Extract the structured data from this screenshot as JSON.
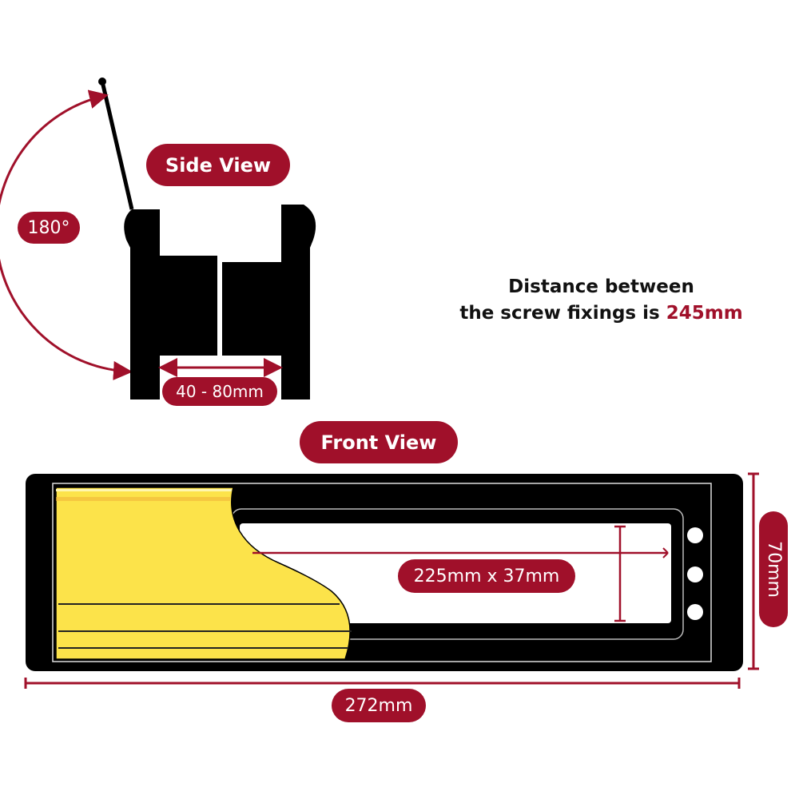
{
  "labels": {
    "side_view": "Side View",
    "front_view": "Front View",
    "angle": "180°",
    "gap_range": "40 - 80mm",
    "opening": "225mm x 37mm",
    "height": "70mm",
    "width": "272mm"
  },
  "info": {
    "line1": "Distance between",
    "line2_prefix": "the screw fixings is ",
    "line2_value": "245mm"
  },
  "colors": {
    "accent": "#a0102a",
    "tape": "#fce34a",
    "body": "#000000"
  }
}
